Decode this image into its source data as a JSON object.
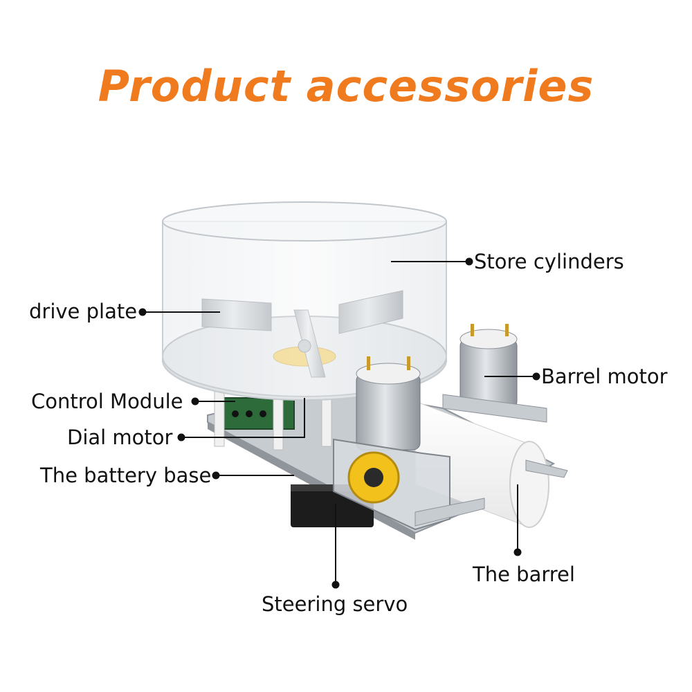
{
  "title": "Product accessories",
  "colors": {
    "title": "#f07a1e",
    "text": "#111111"
  },
  "labels": {
    "store_cylinders": "Store cylinders",
    "drive_plate": "drive plate",
    "barrel_motor": "Barrel motor",
    "control_module": "Control Module",
    "dial_motor": "Dial motor",
    "battery_base": "The battery base",
    "barrel": "The barrel",
    "steering_servo": "Steering servo"
  }
}
